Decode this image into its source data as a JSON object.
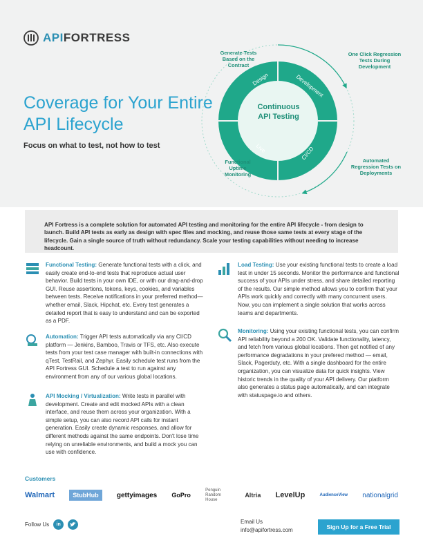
{
  "brand": {
    "name_part1": "API",
    "name_part2": "FORTRESS"
  },
  "hero": {
    "title": "Coverage for Your Entire API Lifecycle",
    "subtitle": "Focus on what to test, not how to test"
  },
  "cycle": {
    "center": "Continuous API Testing",
    "segments": [
      "Design",
      "Development",
      "CI/CD",
      "Live"
    ],
    "labels": {
      "top_left": "Generate Tests Based on the Contract",
      "top_right": "One Click Regression Tests During Development",
      "bottom_right": "Automated Regression Tests on Deployments",
      "bottom_left": "Functional Uptime Monitoring"
    },
    "colors": {
      "ring": "#1fa88a",
      "ring_light": "#e3f3ef",
      "arrow": "#1fa88a"
    }
  },
  "intro": "API Fortress is a complete solution for automated API testing and monitoring for the entire API lifecycle - from design to launch. Build API tests as early as design with spec files and mocking, and reuse those same tests at every stage of the lifecycle. Gain a single source of truth without redundancy. Scale your testing capabilities without needing to increase headcount.",
  "features_left": [
    {
      "icon": "functional-testing-icon",
      "title": "Functional Testing:",
      "text": " Generate functional tests with a click, and easily create end-to-end tests that reproduce actual user behavior. Build tests in your own IDE, or with our drag-and-drop GUI. Reuse assertions, tokens, keys, cookies, and variables between tests. Receive notifications in your preferred method—whether email, Slack, Hipchat, etc. Every test generates a detailed report that is easy to understand and can be exported as a PDF."
    },
    {
      "icon": "automation-icon",
      "title": "Automation:",
      "text": " Trigger API tests automatically via any CI/CD platform — Jenkins, Bamboo, Travis or TFS, etc. Also execute tests from your test case manager with built-in connections with qTest, TestRail, and Zephyr. Easily schedule test runs from the API Fortress GUI. Schedule a test to run against any environment from any of our various global locations."
    },
    {
      "icon": "mocking-icon",
      "title": "API Mocking / Virtualization:",
      "text": " Write tests in parallel with development. Create and edit mocked APIs with a clean interface, and reuse them across your organization. With a simple setup, you can also record API calls for instant generation. Easily create dynamic responses, and allow for different methods against the same endpoints. Don't lose time relying on unreliable environments, and build a mock you can use with confidence."
    }
  ],
  "features_right": [
    {
      "icon": "load-testing-icon",
      "title": "Load Testing:",
      "text": " Use your existing functional tests to create a load test in under 15 seconds. Monitor the performance and functional success of your APIs under stress, and share detailed reporting of the results. Our simple method allows you to confirm that your APIs work quickly and correctly with many concurrent users. Now, you can implement a single solution that works across teams and departments."
    },
    {
      "icon": "monitoring-icon",
      "title": "Monitoring:",
      "text": " Using your existing functional tests, you can confirm API reliability beyond a 200 OK. Validate functionality, latency, and fetch from various global locations. Then get notified of any performance degradations in your prefered method — email, Slack, Pagerduty, etc. With a single dashboard for the entire organization, you can visualize data for quick insights. View historic trends in the quality of your API delivery. Our platform also generates a status page automatically, and can integrate with statuspage.io and others."
    }
  ],
  "customers": {
    "title": "Customers",
    "logos": [
      {
        "name": "Walmart",
        "color": "#1f66b8"
      },
      {
        "name": "StubHub",
        "color": "#ffffff",
        "bg": "#6fa6d8"
      },
      {
        "name": "gettyimages",
        "color": "#111111"
      },
      {
        "name": "GoPro",
        "color": "#111111"
      },
      {
        "name": "Penguin Random House",
        "color": "#555555"
      },
      {
        "name": "Altria",
        "color": "#333333"
      },
      {
        "name": "LevelUp",
        "color": "#2a2a2a"
      },
      {
        "name": "AudienceView",
        "color": "#1f66b8"
      },
      {
        "name": "nationalgrid",
        "color": "#1f66b8"
      }
    ]
  },
  "footer": {
    "follow_label": "Follow Us",
    "linkedin": "in",
    "email_label": "Email Us",
    "email": "info@apifortress.com",
    "cta": "Sign Up for a Free Trial"
  }
}
